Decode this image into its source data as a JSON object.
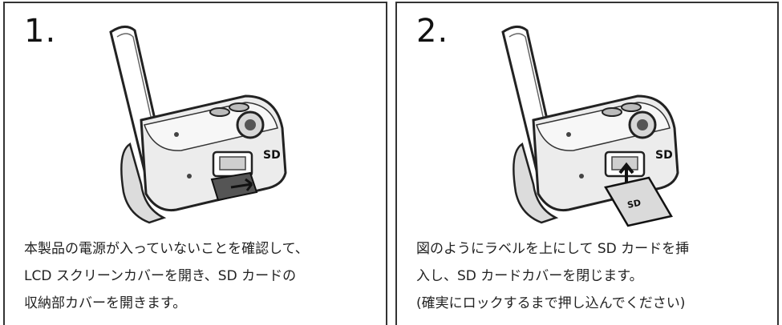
{
  "panels": [
    {
      "step": "1.",
      "caption_lines": [
        "本製品の電源が入っていないことを確認して、",
        "LCD スクリーンカバーを開き、SD カードの",
        "収納部カバーを開きます。"
      ],
      "illustration": {
        "icon": "camcorder-open-sd-cover-icon",
        "card_logo": "SD"
      }
    },
    {
      "step": "2.",
      "caption_lines": [
        "図のようにラベルを上にして SD カードを挿",
        "入し、SD カードカバーを閉じます。",
        "(確実にロックするまで押し込んでください)"
      ],
      "illustration": {
        "icon": "camcorder-insert-sd-card-icon",
        "card_logo": "SD"
      }
    }
  ]
}
